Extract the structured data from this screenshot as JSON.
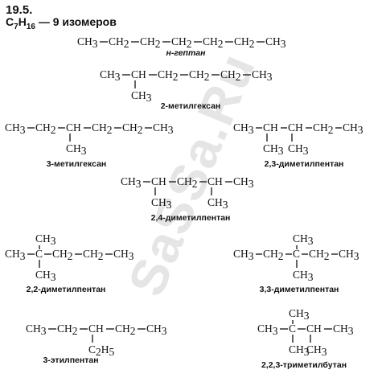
{
  "problem": {
    "number": "19.5.",
    "formula_c": "C",
    "formula_c_sub": "7",
    "formula_h": "H",
    "formula_h_sub": "16",
    "formula_tail": " — 9 изомеров"
  },
  "watermark": "SaSSa.Ru",
  "group": {
    "ch3": "CH",
    "ch3_sub": "3",
    "ch2": "CH",
    "ch2_sub": "2",
    "ch": "CH",
    "c": "C",
    "c2h5": "C",
    "c2h5_sub": "2",
    "c2h5_h": "H",
    "c2h5_hsub": "5"
  },
  "isomers": [
    {
      "id": "n-heptane",
      "name": "н-гептан"
    },
    {
      "id": "2-methylhexane",
      "name": "2-метилгексан"
    },
    {
      "id": "3-methylhexane",
      "name": "3-метилгексан"
    },
    {
      "id": "2-3-dimethylpentane",
      "name": "2,3-диметилпентан"
    },
    {
      "id": "2-4-dimethylpentane",
      "name": "2,4-диметилпентан"
    },
    {
      "id": "2-2-dimethylpentane",
      "name": "2,2-диметилпентан"
    },
    {
      "id": "3-3-dimethylpentane",
      "name": "3,3-диметилпентан"
    },
    {
      "id": "3-ethylpentane",
      "name": "3-этилпентан"
    },
    {
      "id": "2-2-3-trimethylbutane",
      "name": "2,2,3-триметилбутан"
    }
  ]
}
